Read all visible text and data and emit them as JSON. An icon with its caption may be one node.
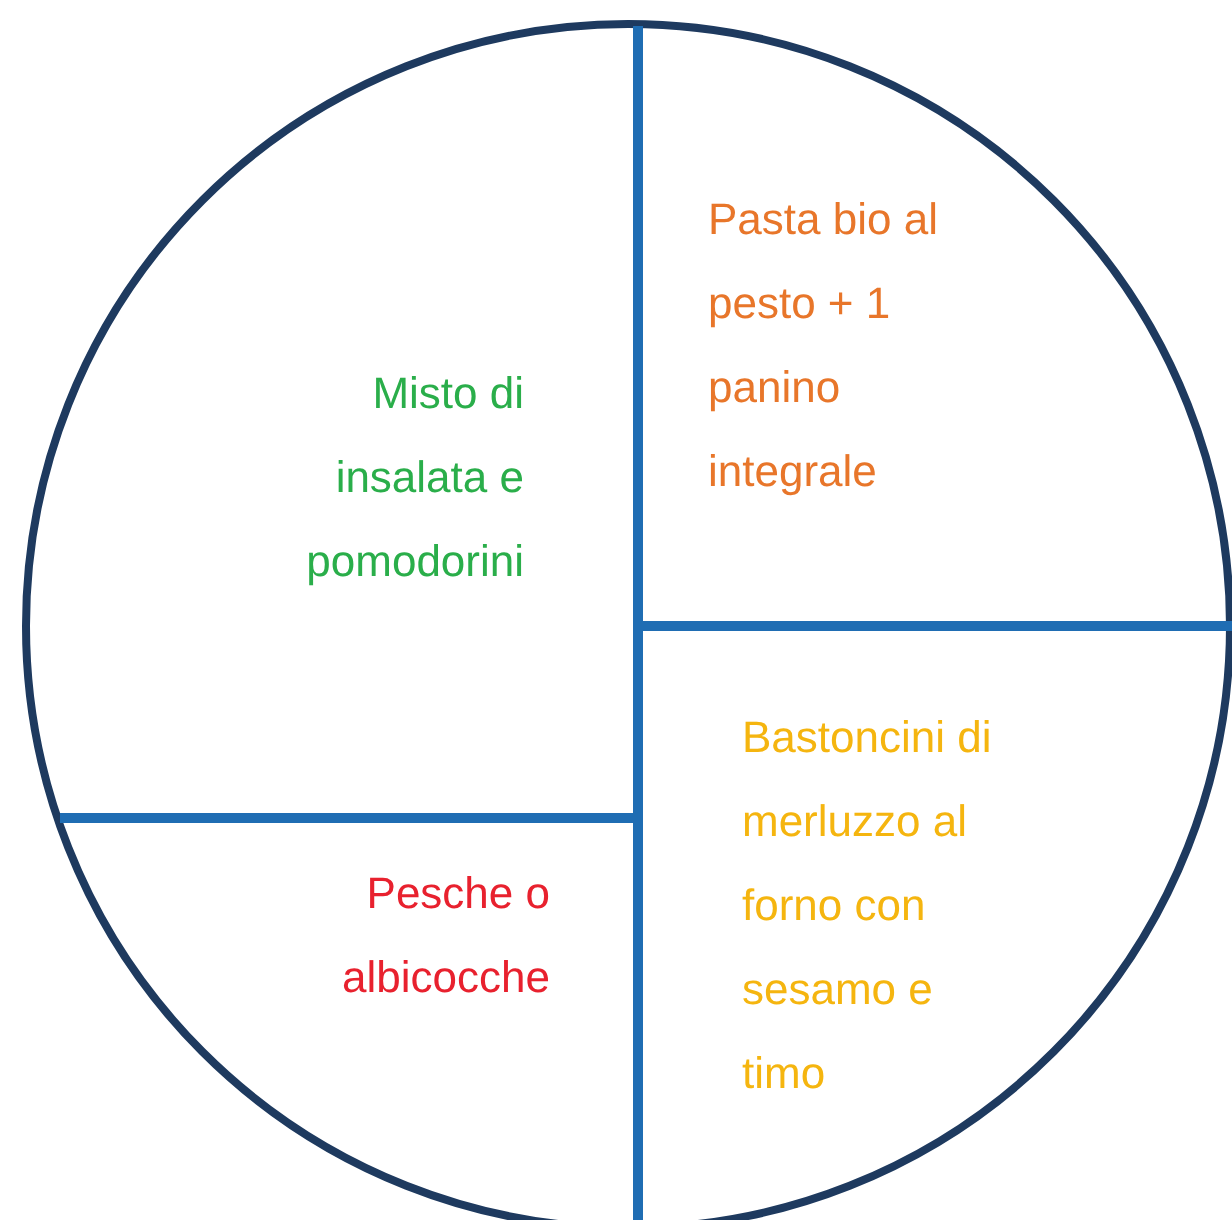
{
  "diagram": {
    "labels": [
      "Misto di insalata e pomodorini",
      "Pasta bio al pesto + 1 panino integrale",
      "Pesche o albicocche",
      "Bastoncini di merluzzo al forno con sesamo e timo"
    ]
  }
}
